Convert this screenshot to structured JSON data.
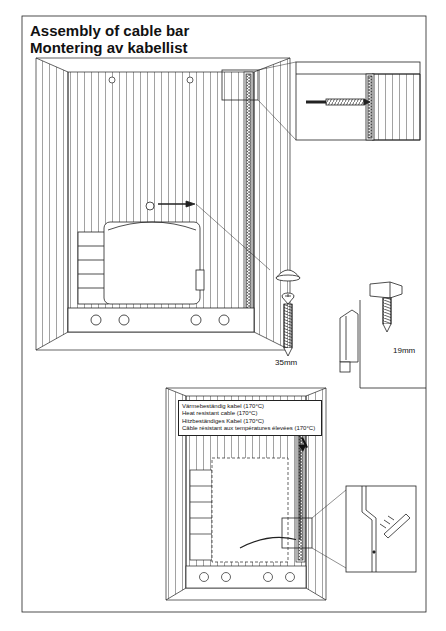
{
  "diagram": {
    "title": "Assembly of cable bar",
    "nodes": [
      {
        "text": [
          "Värmebeständig kabel (170°C)",
          "Heat resistant cable (170°C)",
          "Hitzbeständiges Kabel (170°C)",
          "Câble résistant aux températures élevées (170°C)"
        ]
      }
    ],
    "labels": [
      "Montering av kabellist",
      "35mm",
      "19mm"
    ]
  }
}
